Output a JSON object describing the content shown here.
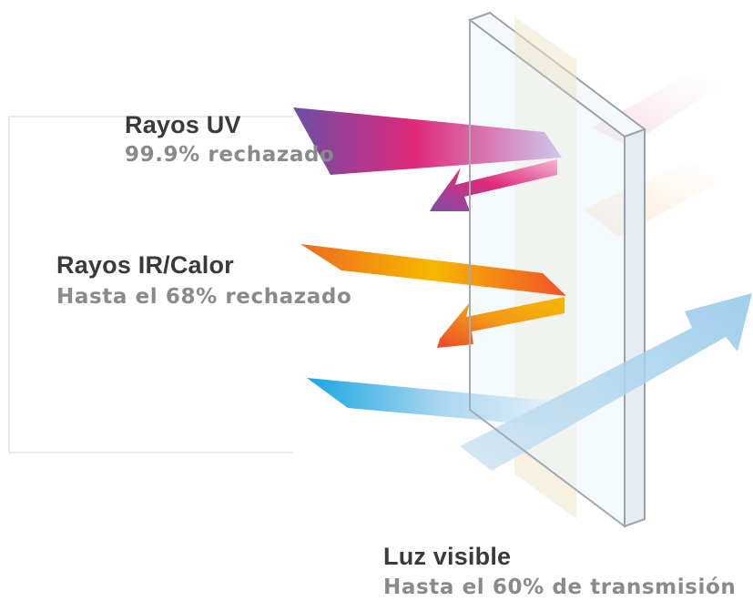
{
  "rays": [
    {
      "title": "Rayos UV",
      "detail": "99.9% rechazado",
      "color_start": "#6a4fa6",
      "color_mid": "#e0287a",
      "color_end": "#c9c3e8"
    },
    {
      "title": "Rayos IR/Calor",
      "detail": "Hasta el 68% rechazado",
      "color_start": "#ef6a1f",
      "color_mid": "#f6b800",
      "color_end": "#f0522a"
    },
    {
      "title": "Luz visible",
      "detail": "Hasta el 60% de transmisión",
      "color_start": "#1aa5e0",
      "color_mid": "#9fd3f0",
      "color_end": "#e4eef7"
    }
  ],
  "colors": {
    "text_title": "#3a3a3a",
    "text_detail": "#8a8a8a",
    "glass_edge": "#9aa3ad",
    "glass_fill": "#eef6fb",
    "film": "#efe6c8"
  }
}
